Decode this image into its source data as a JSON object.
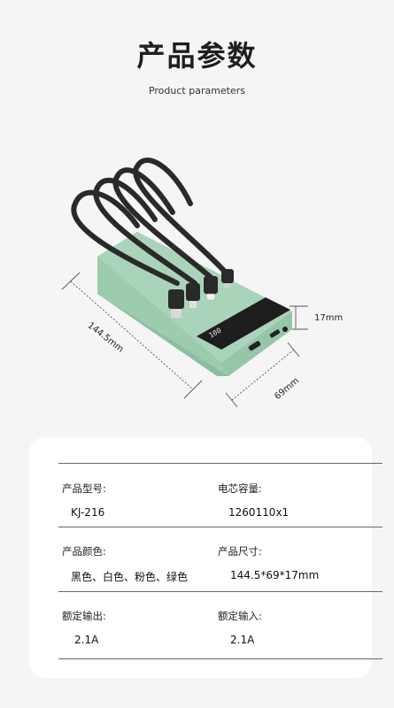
{
  "header": {
    "title": "产品参数",
    "subtitle": "Product parameters"
  },
  "dimensions": {
    "length": "144.5mm",
    "width": "69mm",
    "thickness": "17mm"
  },
  "screen": {
    "readout": "100"
  },
  "colors": {
    "body": "#a9d4b9",
    "body_dark": "#8cbea0",
    "cable": "#2a2a2a",
    "card": "#ffffff",
    "page_bg": "#f5f5f5"
  },
  "specs": [
    {
      "label": "产品型号:",
      "value": "KJ-216"
    },
    {
      "label": "电芯容量:",
      "value": "1260110x1"
    },
    {
      "label": "产品颜色:",
      "value": "黑色、白色、粉色、绿色"
    },
    {
      "label": "产品尺寸:",
      "value": "144.5*69*17mm"
    },
    {
      "label": "额定输出:",
      "value": "2.1A"
    },
    {
      "label": "额定输入:",
      "value": "2.1A"
    }
  ]
}
